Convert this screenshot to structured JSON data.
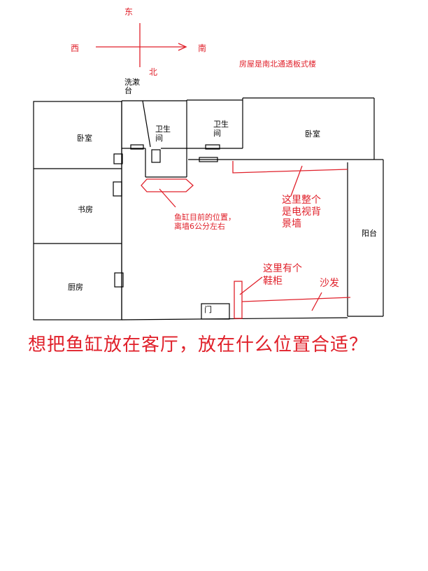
{
  "compass": {
    "east": "东",
    "west": "西",
    "south": "南",
    "north": "北"
  },
  "house_note": "房屋是南北通透板式楼",
  "rooms": {
    "wash_basin": "洗漱台",
    "bathroom_left": "卫生间",
    "bathroom_right": "卫生间",
    "bedroom_left": "卧室",
    "bedroom_right": "卧室",
    "study": "书房",
    "kitchen": "厨房",
    "balcony": "阳台",
    "door": "门"
  },
  "annotations": {
    "fish_tank": "鱼缸目前的位置，离墙6公分左右",
    "tv_wall": "这里整个是电视背景墙",
    "shoe_cabinet": "这里有个鞋柜",
    "sofa": "沙发"
  },
  "question": "想把鱼缸放在客厅，放在什么位置合适？",
  "colors": {
    "annotation": "#e0202a",
    "wall": "#000000"
  }
}
